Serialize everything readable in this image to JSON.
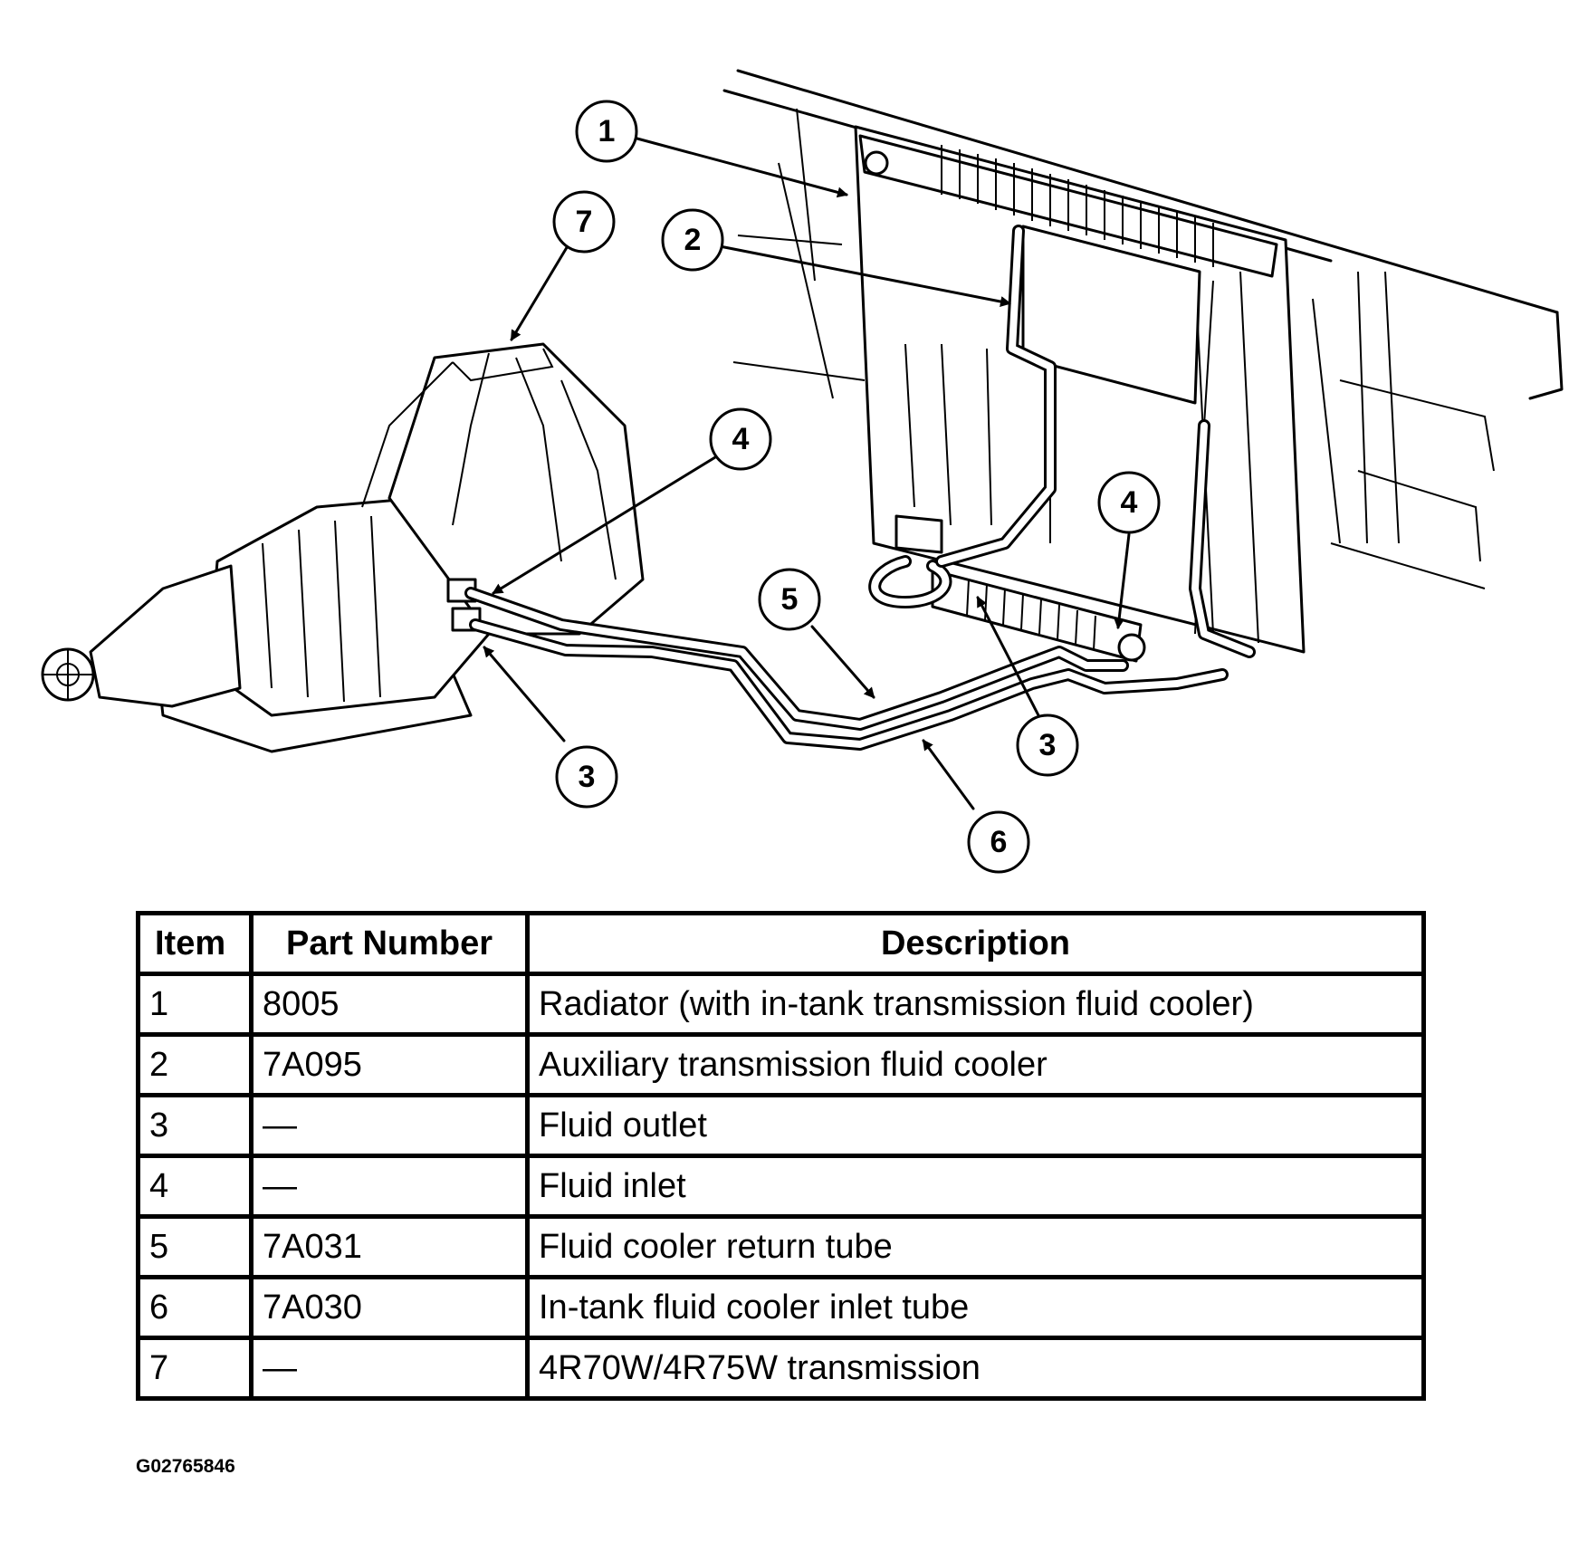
{
  "figure_id": "G02765846",
  "callouts": [
    "1",
    "2",
    "3",
    "4",
    "5",
    "6",
    "7"
  ],
  "table": {
    "headers": {
      "item": "Item",
      "part_number": "Part Number",
      "description": "Description"
    },
    "rows": [
      {
        "item": "1",
        "part_number": "8005",
        "description": "Radiator (with in-tank transmission fluid cooler)"
      },
      {
        "item": "2",
        "part_number": "7A095",
        "description": "Auxiliary transmission fluid cooler"
      },
      {
        "item": "3",
        "part_number": "—",
        "description": "Fluid outlet"
      },
      {
        "item": "4",
        "part_number": "—",
        "description": "Fluid inlet"
      },
      {
        "item": "5",
        "part_number": "7A031",
        "description": "Fluid cooler return tube"
      },
      {
        "item": "6",
        "part_number": "7A030",
        "description": "In-tank fluid cooler inlet tube"
      },
      {
        "item": "7",
        "part_number": "—",
        "description": "4R70W/4R75W transmission"
      }
    ]
  }
}
